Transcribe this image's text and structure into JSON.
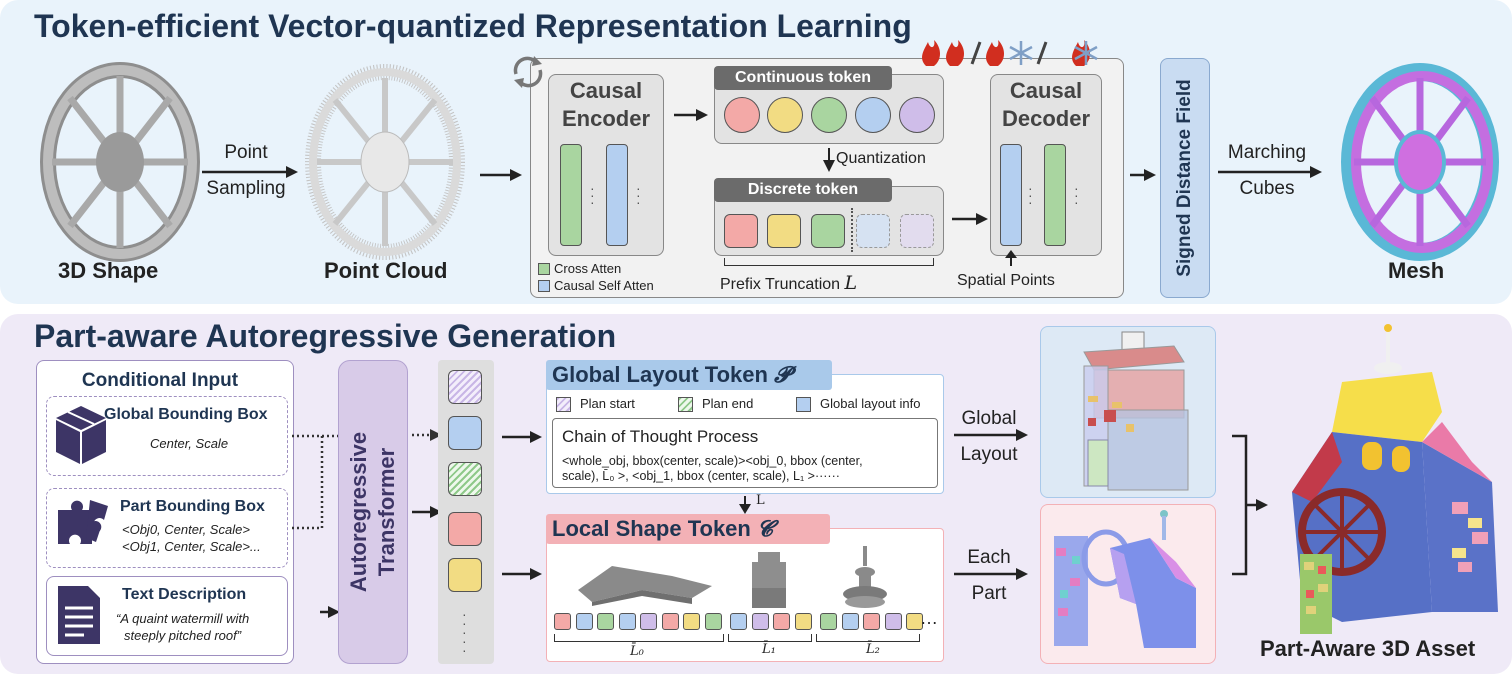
{
  "colors": {
    "top_panel_bg": "#e9f3fb",
    "bottom_panel_bg": "#efeaf7",
    "title_color": "#1f3552",
    "green_token": "#a9d5a0",
    "blue_token": "#b4cff0",
    "red_token": "#f3a9a7",
    "yellow_token": "#f2dc83",
    "purple_token": "#cfbde9",
    "sdf_bg": "#c9dcf2",
    "ar_bg": "#d8cbe8",
    "global_header": "#a9c9ea",
    "local_header": "#f3b1b6"
  },
  "top": {
    "title": "Token-efficient Vector-quantized Representation Learning",
    "shape_label": "3D Shape",
    "sampling_line1": "Point",
    "sampling_line2": "Sampling",
    "pointcloud_label": "Point Cloud",
    "encoder_line1": "Causal",
    "encoder_line2": "Encoder",
    "continuous_token": "Continuous token",
    "quantization": "Quantization",
    "discrete_token": "Discrete token",
    "prefix_truncation": "Prefix Truncation",
    "prefix_symbol": "L",
    "legend_cross": "Cross Atten",
    "legend_causal": "Causal Self Atten",
    "decoder_line1": "Causal",
    "decoder_line2": "Decoder",
    "spatial_points": "Spatial Points",
    "sdf": "Signed Distance Field",
    "marching_line1": "Marching",
    "marching_line2": "Cubes",
    "mesh_label": "Mesh",
    "icons": [
      "refresh-icon",
      "fire-icon",
      "snowflake-icon"
    ]
  },
  "bottom": {
    "title": "Part-aware Autoregressive Generation",
    "conditional_input": "Conditional Input",
    "global_bbox_title": "Global Bounding Box",
    "global_bbox_text": "Center, Scale",
    "part_bbox_title": "Part Bounding Box",
    "part_bbox_line1": "<Obj0, Center, Scale>",
    "part_bbox_line2": "<Obj1, Center, Scale>...",
    "text_desc_title": "Text Description",
    "text_desc_line1": "“A quaint watermill with",
    "text_desc_line2": "steeply pitched roof”",
    "ar_line1": "Autoregressive",
    "ar_line2": "Transformer",
    "global_layout_token": "Global Layout Token",
    "global_symbol": "𝓟",
    "plan_start": "Plan start",
    "plan_end": "Plan end",
    "global_layout_info": "Global layout info",
    "cot_title": "Chain of Thought Process",
    "cot_line1": "<whole_obj, bbox(center, scale)><obj_0, bbox (center,",
    "cot_line2": "scale), L̄₀ >, <obj_1, bbox (center, scale), L₁ >······",
    "arrow_L": "L",
    "local_shape_token": "Local Shape Token",
    "local_symbol": "𝓒",
    "l0": "L̄₀",
    "l1": "L̄₁",
    "l2": "L̄₂",
    "global_line1": "Global",
    "global_line2": "Layout",
    "each_line1": "Each",
    "each_line2": "Part",
    "final_label": "Part-Aware 3D Asset",
    "icons": [
      "box-icon",
      "puzzle-icon",
      "document-icon"
    ]
  }
}
